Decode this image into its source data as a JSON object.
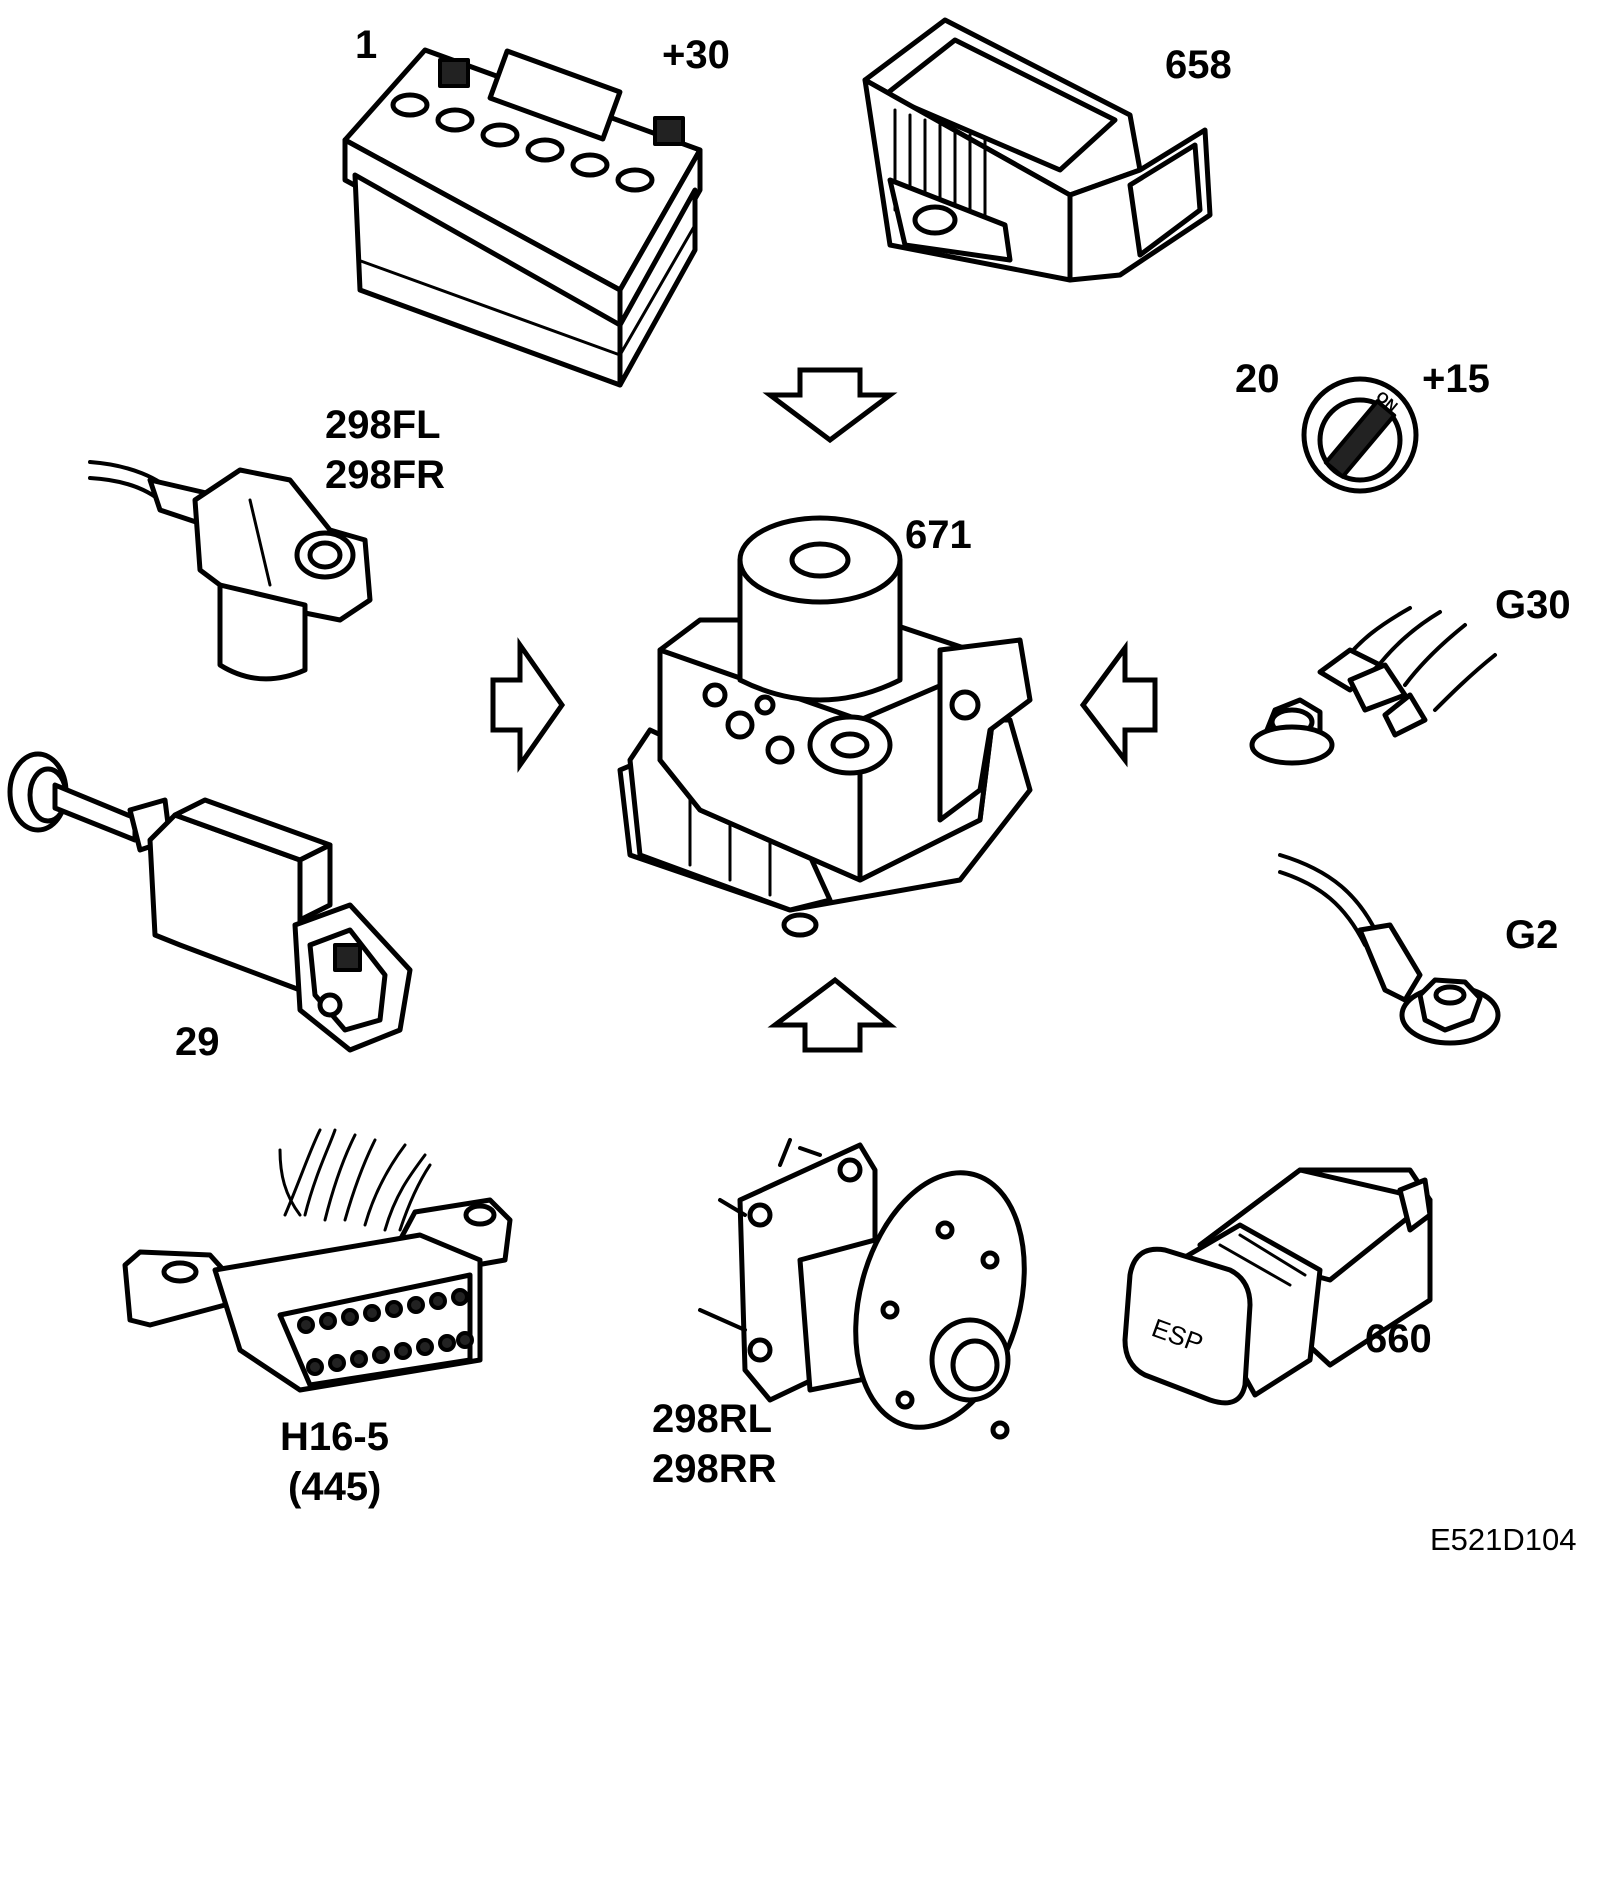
{
  "labels": {
    "battery_id": "1",
    "battery_terminal": "+30",
    "sensor_658": "658",
    "ignition_id": "20",
    "ignition_terminal": "+15",
    "ignition_on": "ON",
    "front_sensor_l": "298FL",
    "front_sensor_r": "298FR",
    "abs_unit": "671",
    "ground_g30": "G30",
    "ground_g2": "G2",
    "brake_switch": "29",
    "diag_connector": "H16-5",
    "diag_connector_sub": "(445)",
    "rear_sensor_l": "298RL",
    "rear_sensor_r": "298RR",
    "esp_switch": "660",
    "esp_text": "ESP",
    "figure_ref": "E521D104"
  }
}
